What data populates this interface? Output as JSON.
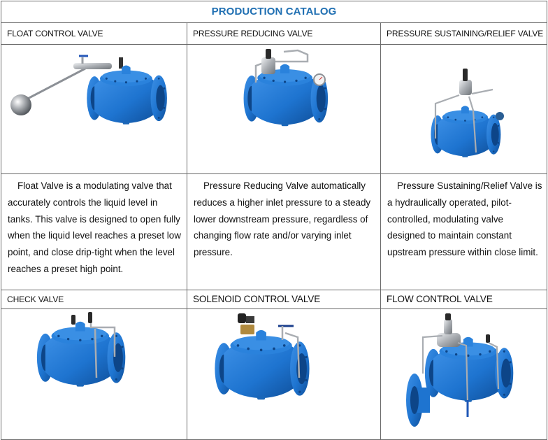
{
  "title": "PRODUCTION CATALOG",
  "colors": {
    "title": "#1f6fb2",
    "valve_body": "#1e74d0",
    "valve_shadow": "#0f4f9a",
    "steel": "#b9bcc0",
    "border": "#6b6b6b"
  },
  "rows": [
    {
      "products": [
        {
          "name": "FLOAT CONTROL VALVE",
          "image_icon": "float-valve-image",
          "description": "Float Valve is a modulating valve that accurately controls the liquid level in tanks. This valve is designed to open fully when the liquid level reaches a preset low point, and close drip-tight when the level reaches a preset high point."
        },
        {
          "name": "PRESSURE REDUCING VALVE",
          "image_icon": "pressure-reducing-valve-image",
          "description": "Pressure Reducing Valve automatically reduces a higher inlet pressure to a steady lower downstream pressure, regardless of changing flow rate and/or varying inlet pressure."
        },
        {
          "name": "PRESSURE SUSTAINING/RELIEF VALVE",
          "image_icon": "pressure-sustaining-valve-image",
          "description": "Pressure Sustaining/Relief Valve is a hydraulically operated, pilot-controlled, modulating valve designed to maintain constant upstream pressure within close limit."
        }
      ]
    },
    {
      "products": [
        {
          "name": "CHECK VALVE",
          "image_icon": "check-valve-image"
        },
        {
          "name": "SOLENOID CONTROL VALVE",
          "image_icon": "solenoid-valve-image"
        },
        {
          "name": "FLOW CONTROL VALVE",
          "image_icon": "flow-control-valve-image"
        }
      ]
    }
  ]
}
